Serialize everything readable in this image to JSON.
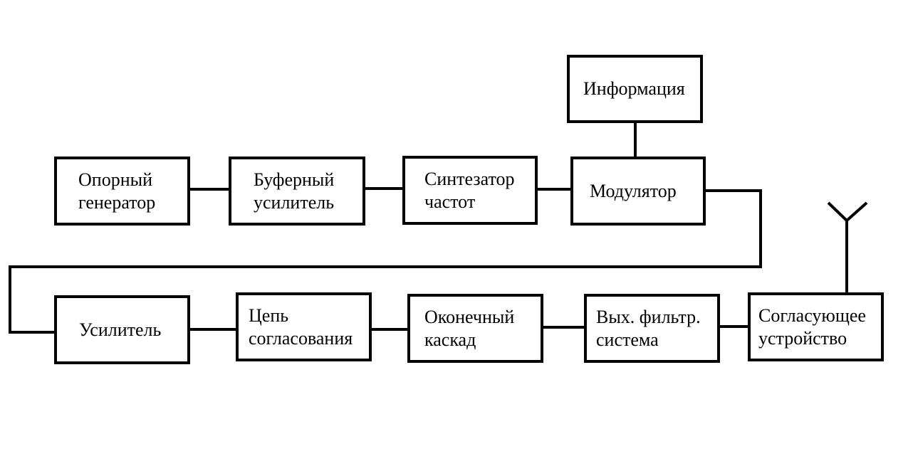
{
  "blocks": {
    "reference_generator": "Опорный\nгенератор",
    "buffer_amplifier": "Буферный\nусилитель",
    "frequency_synthesizer": "Синтезатор\nчастот",
    "modulator": "Модулятор",
    "information": "Информация",
    "amplifier": "Усилитель",
    "matching_circuit": "Цепь\nсогласования",
    "final_stage": "Оконечный\nкаскад",
    "output_filter_system": "Вых. фильтр.\nсистема",
    "matching_device": "Согласующее\nустройство"
  },
  "colors": {
    "stroke": "#000000",
    "background": "#ffffff"
  },
  "icons": {
    "antenna": "antenna-icon"
  }
}
